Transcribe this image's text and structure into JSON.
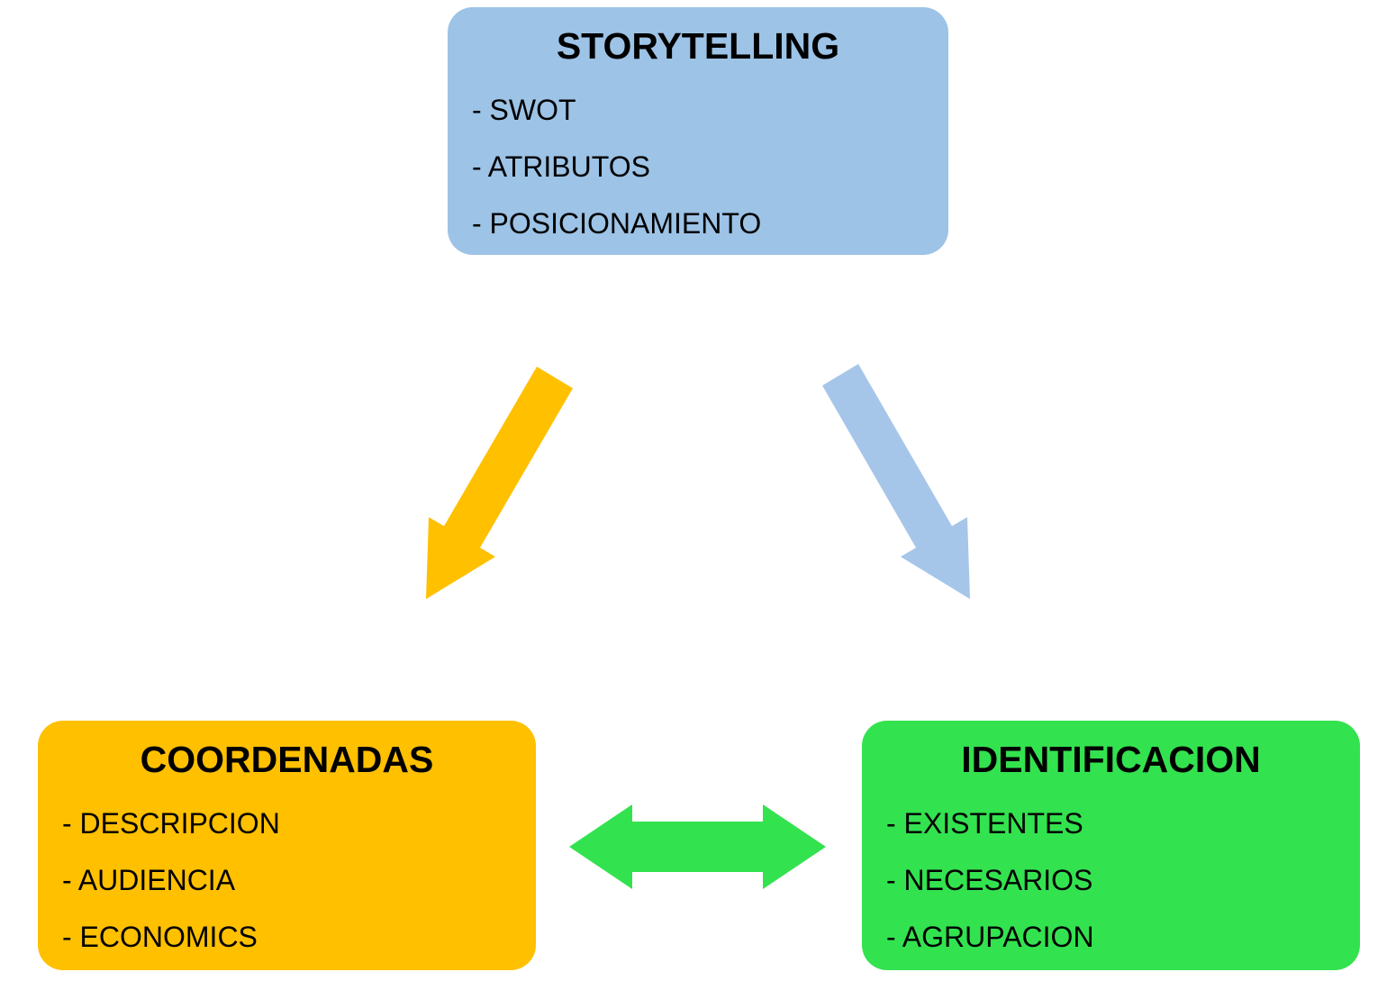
{
  "diagram": {
    "nodes": [
      {
        "id": "storytelling",
        "title": "STORYTELLING",
        "items": [
          "- SWOT",
          "- ATRIBUTOS",
          "- POSICIONAMIENTO"
        ],
        "color": "#9DC3E6"
      },
      {
        "id": "coordenadas",
        "title": "COORDENADAS",
        "items": [
          "- DESCRIPCION",
          "- AUDIENCIA",
          "- ECONOMICS"
        ],
        "color": "#FFC000"
      },
      {
        "id": "identificacion",
        "title": "IDENTIFICACION",
        "items": [
          "- EXISTENTES",
          "- NECESARIOS",
          "- AGRUPACION"
        ],
        "color": "#33E24F"
      }
    ],
    "arrows": [
      {
        "id": "storytelling-to-coordenadas",
        "from": "STORYTELLING",
        "to": "COORDENADAS",
        "direction": "down-left",
        "color": "#FFC000"
      },
      {
        "id": "storytelling-to-identificacion",
        "from": "STORYTELLING",
        "to": "IDENTIFICACION",
        "direction": "down-right",
        "color": "#A6C6E9"
      },
      {
        "id": "coordenadas-identificacion",
        "from": "COORDENADAS",
        "to": "IDENTIFICACION",
        "direction": "bidirectional",
        "color": "#33E24F"
      }
    ],
    "colors": {
      "background": "#FFFFFF",
      "text": "#000000",
      "blue_box": "#9DC3E6",
      "yellow_box": "#FFC000",
      "green_box": "#33E24F"
    }
  }
}
